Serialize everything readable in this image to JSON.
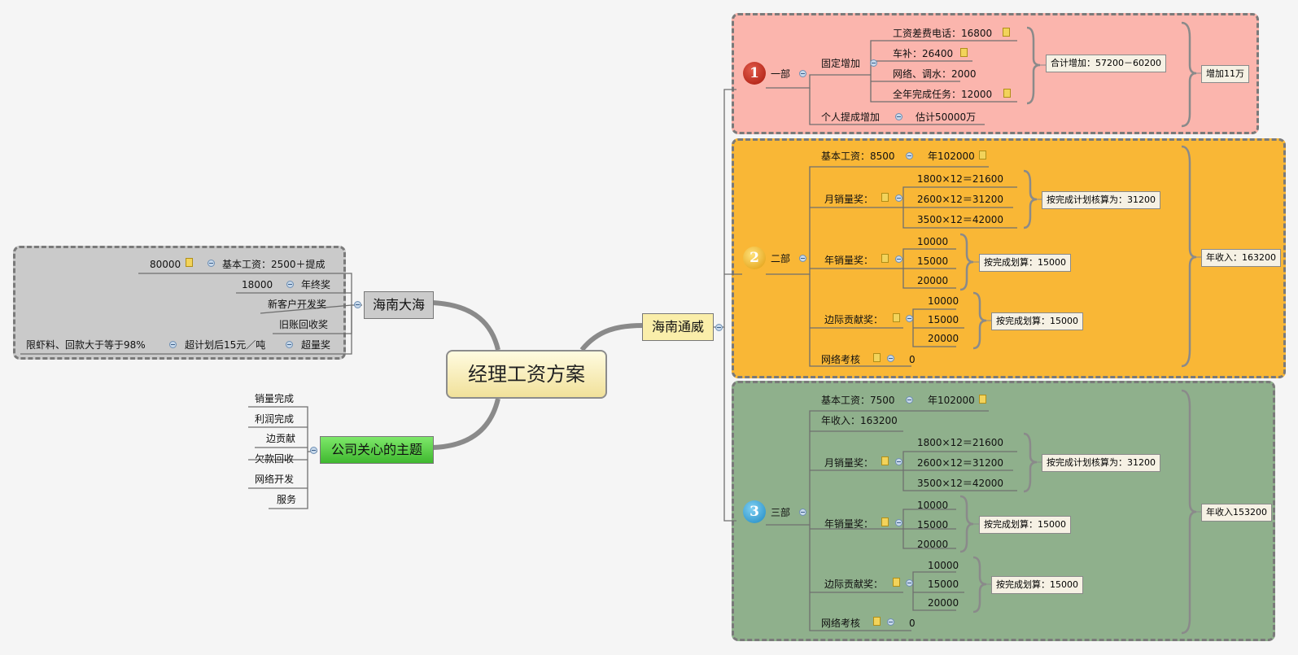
{
  "root": {
    "label": "经理工资方案"
  },
  "hainan_tongwei": {
    "label": "海南通威",
    "dept1": {
      "marker": "1",
      "label": "一部",
      "fixed": {
        "label": "固定增加",
        "items": [
          "工资差费电话：16800",
          "车补：26400",
          "网络、调水：2000",
          "全年完成任务：12000"
        ]
      },
      "fixed_summary": "合计增加：57200－60200",
      "personal": {
        "label": "个人提成增加",
        "value": "估计50000万"
      },
      "summary": "增加11万"
    },
    "dept2": {
      "marker": "2",
      "label": "二部",
      "base": {
        "label": "基本工资：8500",
        "value": "年102000"
      },
      "monthly": {
        "label": "月销量奖：",
        "items": [
          "1800×12＝21600",
          "2600×12＝31200",
          "3500×12＝42000"
        ],
        "summary": "按完成计划核算为：31200"
      },
      "annual": {
        "label": "年销量奖：",
        "items": [
          "10000",
          "15000",
          "20000"
        ],
        "summary": "按完成划算：15000"
      },
      "margin": {
        "label": "边际贡献奖：",
        "items": [
          "10000",
          "15000",
          "20000"
        ],
        "summary": "按完成划算：15000"
      },
      "network": {
        "label": "网络考核",
        "value": "0"
      },
      "summary": "年收入：163200"
    },
    "dept3": {
      "marker": "3",
      "label": "三部",
      "base": {
        "label": "基本工资：7500",
        "value": "年102000"
      },
      "income": "年收入：163200",
      "monthly": {
        "label": "月销量奖：",
        "items": [
          "1800×12＝21600",
          "2600×12＝31200",
          "3500×12＝42000"
        ],
        "summary": "按完成计划核算为：31200"
      },
      "annual": {
        "label": "年销量奖：",
        "items": [
          "10000",
          "15000",
          "20000"
        ],
        "summary": "按完成划算：15000"
      },
      "margin": {
        "label": "边际贡献奖：",
        "items": [
          "10000",
          "15000",
          "20000"
        ],
        "summary": "按完成划算：15000"
      },
      "network": {
        "label": "网络考核",
        "value": "0"
      },
      "summary": "年收入153200"
    }
  },
  "hainan_dahai": {
    "label": "海南大海",
    "base": {
      "label": "基本工资：2500＋提成",
      "value": "80000"
    },
    "year_end": {
      "label": "年终奖",
      "value": "18000"
    },
    "new_customer": "新客户开发奖",
    "old_debt": "旧账回收奖",
    "excess": {
      "label": "超量奖",
      "sub": "超计划后15元／吨",
      "subsub": "限虾料、回款大于等于98%"
    }
  },
  "company_topics": {
    "label": "公司关心的主题",
    "items": [
      "销量完成",
      "利润完成",
      "边贡献",
      "欠款回收",
      "网络开发",
      "服务"
    ]
  },
  "colors": {
    "dept1_bg": "#fbb5ad",
    "dept2_bg": "#f9b736",
    "dept3_bg": "#8fb08c",
    "dahai_bg": "#cacaca",
    "topic_green": "#52c941",
    "summary_bg": "#f6f1e4"
  }
}
